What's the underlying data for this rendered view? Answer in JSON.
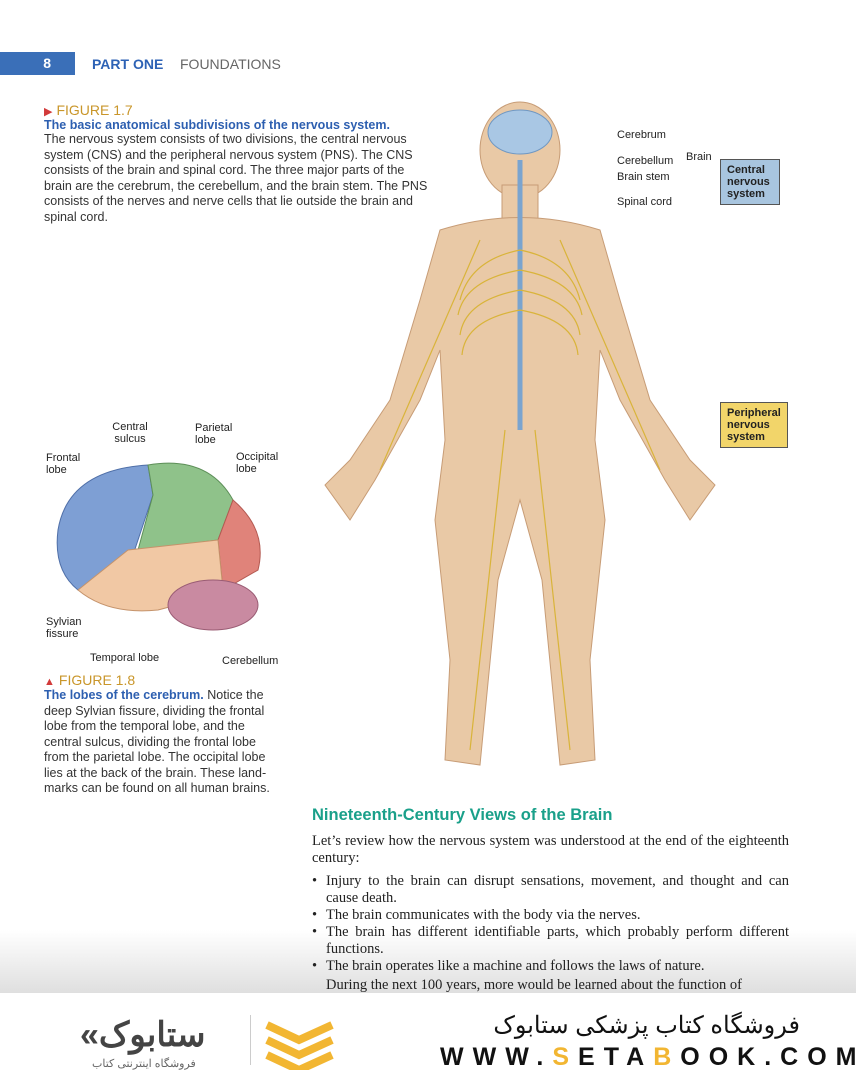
{
  "header": {
    "page_number": "8",
    "part": "PART ONE",
    "section": "FOUNDATIONS"
  },
  "figure_1_7": {
    "number": "FIGURE 1.7",
    "title": "The basic anatomical subdivisions of the nervous system.",
    "text": "The nervous system consists of two divisions, the central nervous system (CNS) and the peripheral nervous system (PNS). The CNS consists of the brain and spinal cord. The three major parts of the brain are the cerebrum, the cerebellum, and the brain stem. The PNS consists of the nerves and nerve cells that lie outside the brain and spinal cord.",
    "labels": {
      "cerebrum": "Cerebrum",
      "cerebellum": "Cerebellum",
      "brain_stem": "Brain stem",
      "brain": "Brain",
      "spinal_cord": "Spinal cord",
      "cns": "Central nervous system",
      "pns": "Peripheral nervous system"
    }
  },
  "figure_1_8": {
    "number": "FIGURE 1.8",
    "title": "The lobes of the cerebrum.",
    "text": " Notice the deep Sylvian fissure, dividing the frontal lobe from the temporal lobe, and the central sulcus, dividing the frontal lobe from the parietal lobe. The occipital lobe lies at the back of the brain. These land-marks can be found on all human brains.",
    "labels": {
      "central_sulcus": "Central sulcus",
      "parietal": "Parietal lobe",
      "frontal": "Frontal lobe",
      "occipital": "Occipital lobe",
      "sylvian": "Sylvian fissure",
      "temporal": "Temporal lobe",
      "cerebellum": "Cerebellum"
    }
  },
  "section": {
    "heading": "Nineteenth-Century Views of the Brain",
    "intro": "Let’s review how the nervous system was understood at the end of the eighteenth century:",
    "bullets": [
      "Injury to the brain can disrupt sensations, movement, and thought and can cause death.",
      "The brain communicates with the body via the nerves.",
      "The brain has different identifiable parts, which probably perform different functions.",
      "The brain operates like a machine and follows the laws of nature."
    ],
    "cutoff": "During the next 100 years, more would be learned about the function of"
  },
  "watermark": {
    "store_name": "فروشگاه کتاب پزشکی ستابوک",
    "url_prefix": "WWW.",
    "url_s": "S",
    "url_mid": "ETA",
    "url_b": "B",
    "url_suffix": "OOK.COM",
    "logo_text": "ستابوک",
    "logo_sub": "فروشگاه اینترنتی کتاب",
    "accent": "#f2b632"
  }
}
